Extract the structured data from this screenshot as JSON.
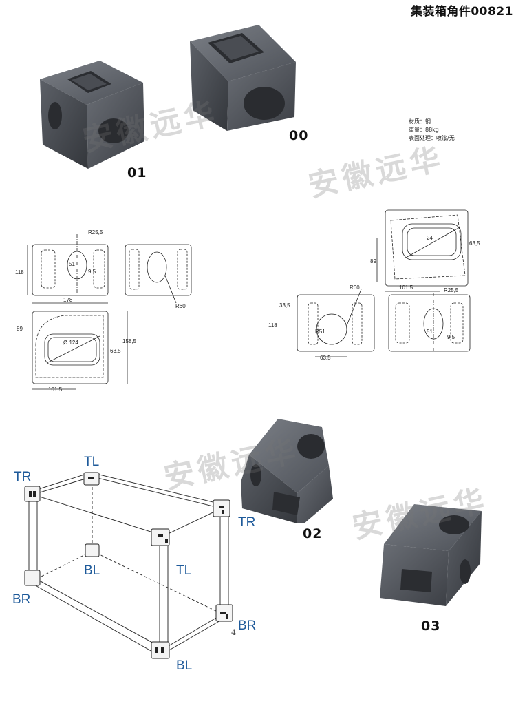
{
  "header": {
    "title": "集装箱角件00821"
  },
  "specs": {
    "material": "材质：钢",
    "weight": "重量：88kg",
    "surface": "表面处理：喷漆/无"
  },
  "watermark": "安徽远华",
  "parts": [
    "01",
    "00",
    "02",
    "03"
  ],
  "drawing_dims": {
    "r25_5": "R25,5",
    "d51": "51",
    "d9_5": "9,5",
    "d118": "118",
    "d178": "178",
    "r60": "R60",
    "d89": "89",
    "d124": "Ø 124",
    "d158_5": "158,5",
    "d63_5": "63,5",
    "d101_5": "101,5",
    "d24": "24",
    "d33_5": "33,5",
    "r51": "R51"
  },
  "corner_labels": {
    "tr_top": "TR",
    "tl_top": "TL",
    "tr_right": "TR",
    "bl_mid": "BL",
    "tl_front": "TL",
    "br_left": "BR",
    "br_right": "BR",
    "bl_bottom": "BL",
    "note": "4"
  }
}
